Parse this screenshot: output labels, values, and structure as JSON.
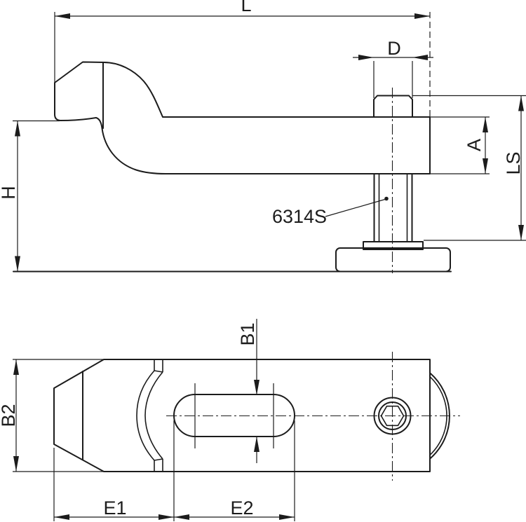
{
  "part_label": "6314S",
  "dims": {
    "length": "L",
    "screw_diameter": "D",
    "arm_thickness": "A",
    "screw_length": "LS",
    "height": "H",
    "slot_width": "B1",
    "body_width": "B2",
    "nose_to_slot": "E1",
    "slot_length": "E2"
  },
  "colors": {
    "line": "#1c1c1c",
    "background": "#ffffff"
  }
}
